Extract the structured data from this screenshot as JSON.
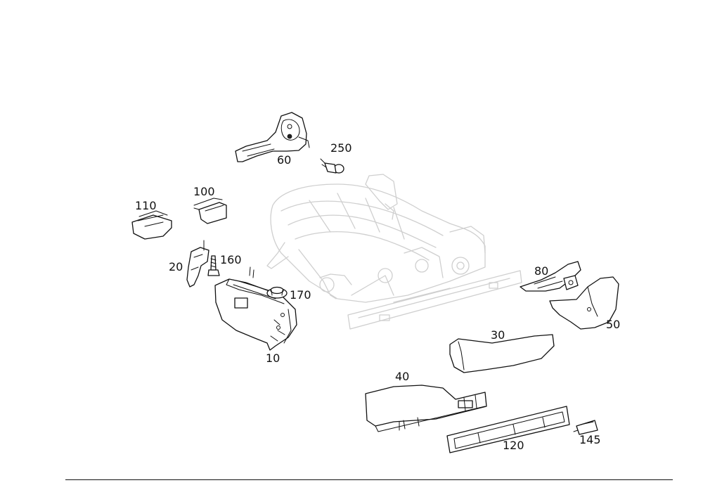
{
  "diagram": {
    "callouts": {
      "c10": "10",
      "c20": "20",
      "c30": "30",
      "c40": "40",
      "c50": "50",
      "c60": "60",
      "c80": "80",
      "c100": "100",
      "c110": "110",
      "c120": "120",
      "c145": "145",
      "c160": "160",
      "c170": "170",
      "c250": "250"
    }
  },
  "colors": {
    "line": "#111111",
    "ghost_frame": "#cfcfcf",
    "background": "#ffffff"
  }
}
